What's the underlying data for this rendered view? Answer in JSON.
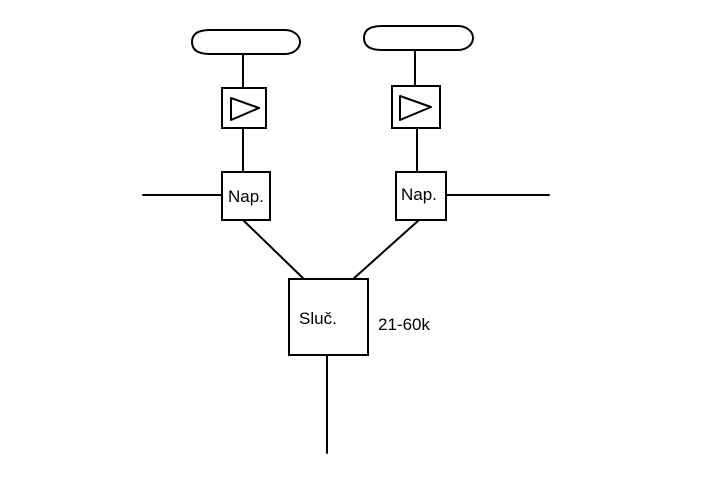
{
  "diagram": {
    "left_splitter_label": "Nap.",
    "right_splitter_label": "Nap.",
    "combiner_label": "Sluč.",
    "band_label": "21-60k"
  },
  "colors": {
    "stroke": "#000000",
    "background": "#ffffff"
  },
  "icons": {
    "antenna": "antenna-icon",
    "amplifier": "amplifier-triangle-icon"
  }
}
